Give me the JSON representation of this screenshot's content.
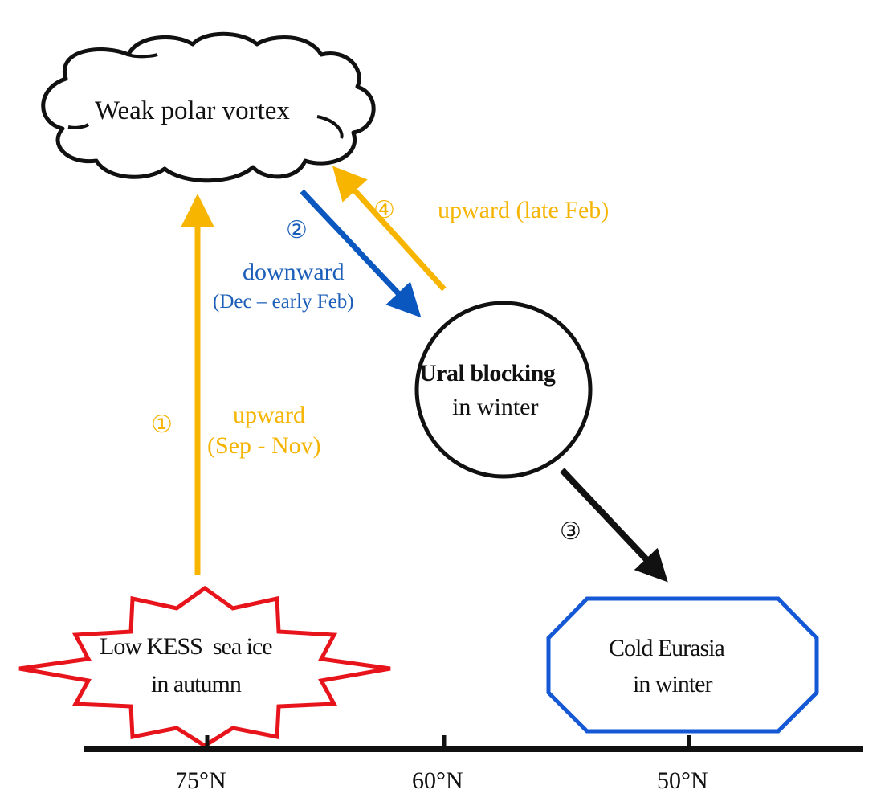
{
  "colors": {
    "upward": "#f7b500",
    "downward": "#0b57c0",
    "impact": "#111111",
    "sea_ice_outline": "#e8141b",
    "eurasia_outline": "#1558d6"
  },
  "nodes": {
    "vortex": {
      "label": "Weak polar vortex",
      "shape": "cloud"
    },
    "ural": {
      "label_bold": "Ural blocking",
      "label": "in winter",
      "shape": "circle"
    },
    "seaice": {
      "line1": "Low KESS  sea ice",
      "line2": "in autumn",
      "shape": "starburst"
    },
    "eurasia": {
      "line1": "Cold Eurasia",
      "line2": "in winter",
      "shape": "octagon"
    }
  },
  "arrows": [
    {
      "id": 1,
      "marker": "①",
      "label": "upward",
      "period": "(Sep - Nov)",
      "from": "seaice",
      "to": "vortex",
      "color": "upward"
    },
    {
      "id": 2,
      "marker": "②",
      "label": "downward",
      "period": "(Dec – early Feb)",
      "from": "vortex",
      "to": "ural",
      "color": "downward"
    },
    {
      "id": 3,
      "marker": "③",
      "label": "",
      "period": "",
      "from": "ural",
      "to": "eurasia",
      "color": "impact"
    },
    {
      "id": 4,
      "marker": "④",
      "label": "upward (late Feb)",
      "period": "",
      "from": "ural",
      "to": "vortex",
      "color": "upward"
    }
  ],
  "axis": {
    "ticks": [
      "75°N",
      "60°N",
      "50°N"
    ]
  }
}
